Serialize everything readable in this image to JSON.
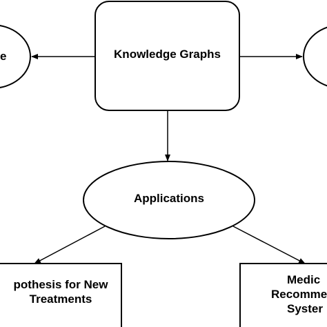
{
  "diagram": {
    "nodes": {
      "knowledge_graphs": {
        "label": "Knowledge Graphs"
      },
      "left_oval": {
        "label": "e"
      },
      "right_oval": {
        "label": ""
      },
      "applications": {
        "label": "Applications"
      },
      "hypothesis": {
        "line1": "pothesis for New",
        "line2": "Treatments"
      },
      "medical": {
        "line1": "Medic",
        "line2": "Recomme",
        "line3": "Syster"
      }
    },
    "colors": {
      "stroke": "#000000",
      "fill": "#ffffff",
      "text": "#000000"
    }
  }
}
